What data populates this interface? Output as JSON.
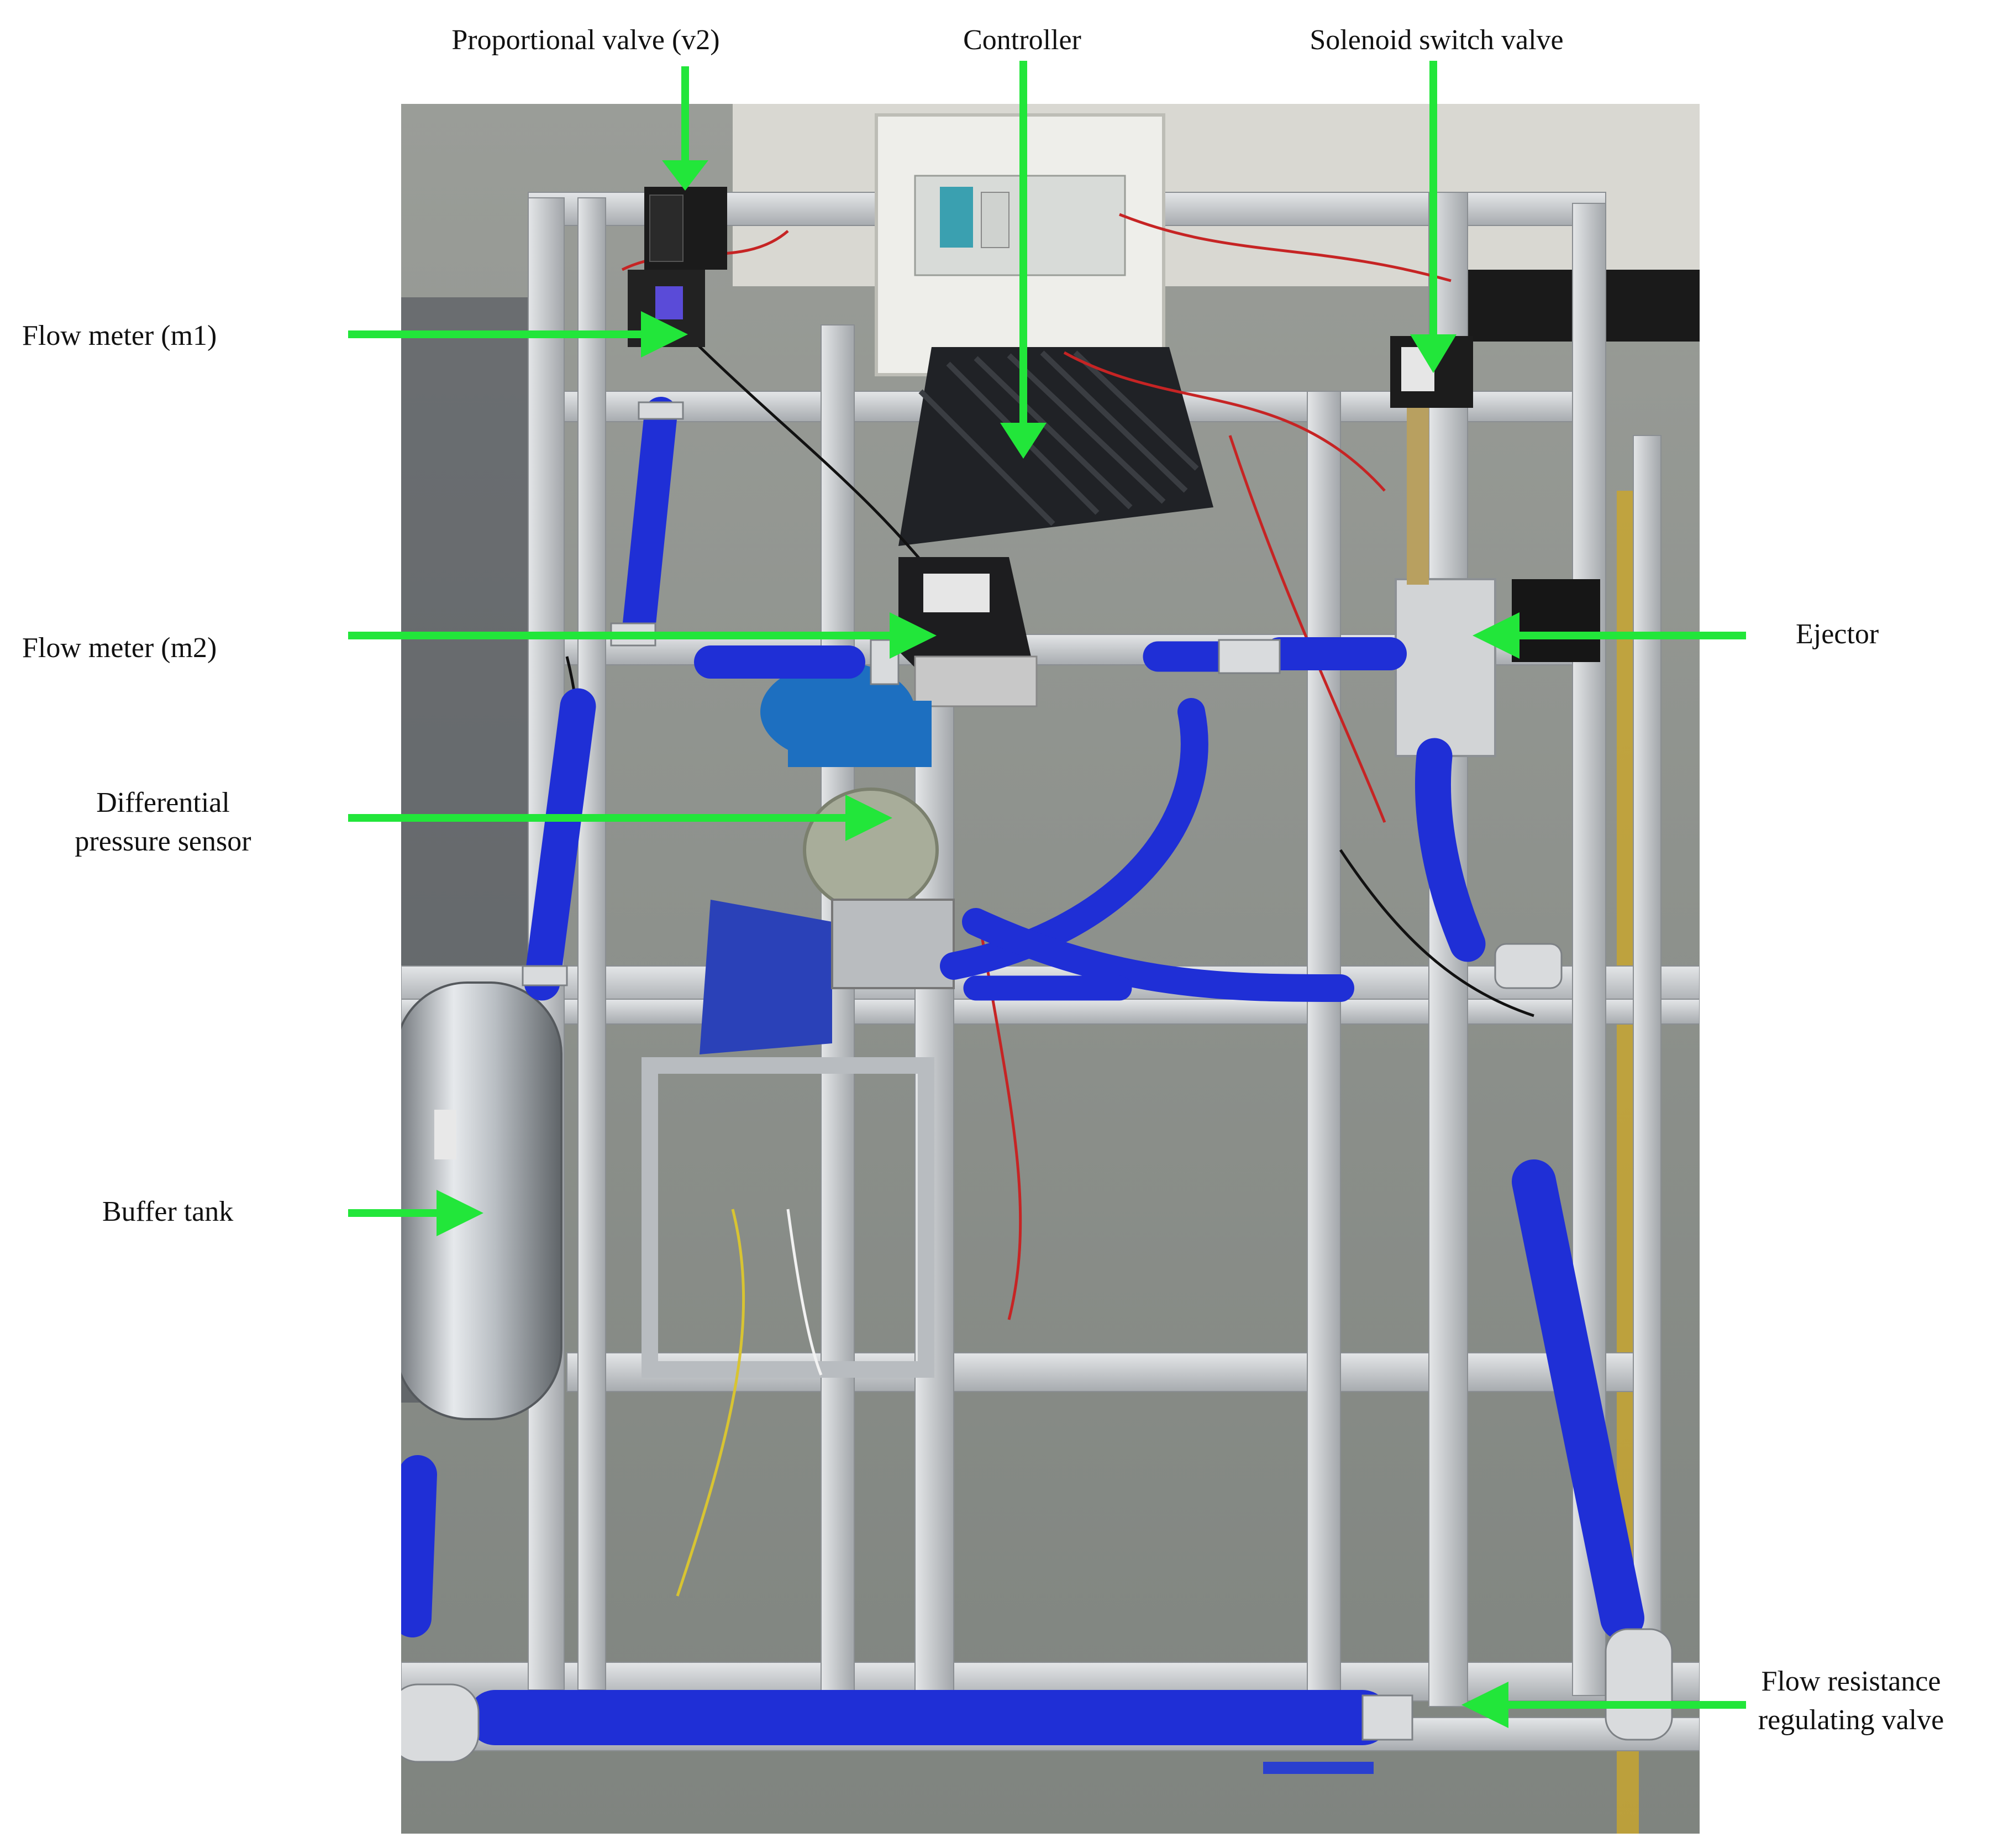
{
  "labels": {
    "proportional_valve": "Proportional valve (v2)",
    "controller": "Controller",
    "solenoid_switch_valve": "Solenoid switch valve",
    "flow_meter_m1": "Flow meter (m1)",
    "flow_meter_m2": "Flow meter (m2)",
    "ejector": "Ejector",
    "differential_pressure_sensor_line1": "Differential",
    "differential_pressure_sensor_line2": "pressure sensor",
    "buffer_tank": "Buffer tank",
    "flow_resistance_valve_line1": "Flow resistance",
    "flow_resistance_valve_line2": "regulating valve"
  },
  "colors": {
    "arrow": "#22e63a",
    "hose": "#1f2fd6",
    "frame": "#c9ccd0",
    "floor": "#8c918a"
  }
}
